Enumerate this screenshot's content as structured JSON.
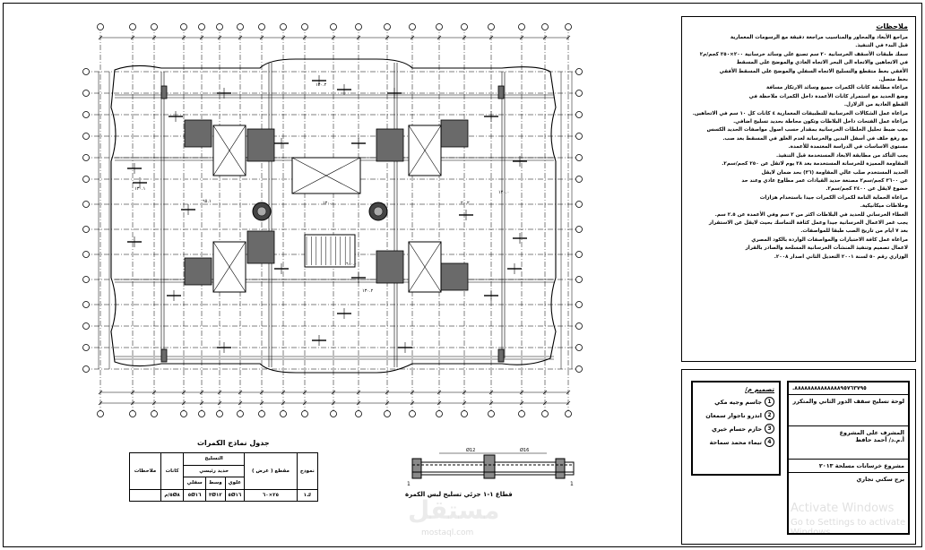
{
  "notes": {
    "title": "ملاحظات",
    "items": [
      "مراجع الأبعاد والمحاور والمناسيب مراجعة دقيقة مع الرسومات المعمارية",
      "قبل البدء في التنفيذ.",
      "سمك طبقات الأسقف الخرسانية ٢٠ سم تصنع على وسائد خرسانية ٢٠٠×٢٥٠ كجم/م٢",
      "في الاتجاهين والاتجاه الى البحر الاتجاه العادي والموضح على المسقط",
      "الأفقي بخط متقطع والتسليح الاتجاه السفلي والموضح على المسقط الأفقي",
      "بخط متصل.",
      "مراعاة مطابقة كانات الكمرات جميع وسائد الارتكاز مسافة",
      "وضع الحديد مع استمرار كانات الأعمدة داخل الكمرات ملاحظة في",
      "القطع العادية من الزلازل.",
      "مراعاة عمل الشكالات الخرسانية للتطبيقات المعمارية ٤ كانات كل ١٠ سم في الاتجاهين.",
      "مراعاة عمل الفتحات داخل البلاطات وتكون محاطة بحديد تسليح اضافي.",
      "يجب ضبط تحليل الخلطات الخرسانية بمقدار حسب اصول مواصفات الحديد الكسس",
      "مع رفع خلف في أسفل البدين والخرسانة لعدم الغلق في المسقط بعد صب.",
      "مستوى الاساسات في الدراسة المعتمدة للأعمدة.",
      "يجب التأكد من مطابقة الابعاد المستخدمة قبل التنفيذ.",
      "المقاومة المميزة للخرسانة المستخدمة بعد ٢٨ يوم لاتقل عن ٢٥٠ كجم/سم٢.",
      "الحديد المستخدم صلب عالي المقاومة (٣٦) بحد ضمان لايقل",
      "عن ٣٦٠٠ كجم/سم٢ مصنعة حديد القيادات عمر مطاوع عادي وعند حد",
      "خضوع لايقل عن ٢٤٠٠ كجم/سم٢.",
      "مراعاة الحماية التامة لكمرات الكمرات جيدا باستخدام هزازات",
      "وخلاطات ميكانيكية.",
      "الغطاء الخرساني للحديد في البلاطات اكثر من ٢ سم وفي الأعمدة عن ٢.٥ سم.",
      "يجب غمر الاعمال الخرسانية جيدا وعمل كثافة التماسك بحيث لايقل عن الاستقرار",
      "بعد ٧ ايام من تاريخ الصب طبقا للمواصفات.",
      "مراعاة عمل كافة الاختبارات والمواصفات الواردة بالكود المصري",
      "لاعمال تصميم وتنفيذ المنشآت الخرسانية المسلحة والصادر بالقرار",
      "الوزاري رقم ٥٠ لسنة ٢٠٠١ التعديل الثاني اصدار ٢٠٠٨."
    ]
  },
  "titleblock": {
    "phone": ".٨٨٨٨٨٨٨٨٨٨٨٨٨٨٩٥٧٦٣٧٩٥",
    "sheet_title": "لوحة تسليح سقف الدور الثاني والمتكرر",
    "supervisor_label": "المشرف على المشروع",
    "supervisor_name": "أ.م.د/ أحمد حافظ",
    "project": "مشروع خرسانات مسلحة ٢٠١٣",
    "place": "برج سكني تجاري"
  },
  "designers": {
    "heading": "تصميم م/",
    "names": [
      {
        "num": "1",
        "name": "جاسم وجيه مكي"
      },
      {
        "num": "2",
        "name": "اندرو ناجوار سمعان"
      },
      {
        "num": "3",
        "name": "حازم حسام خيري"
      },
      {
        "num": "4",
        "name": "تيماء محمد سماحة"
      }
    ]
  },
  "columns_table": {
    "title": "جدول نماذج الكمرات",
    "col_type": "نموذج",
    "reinforcement": "التسليح",
    "remarks": "ملاحظات",
    "dims": "مقطع ( عرض )",
    "main": "حديد رئيسي",
    "stirrups": "كانات",
    "top": "علوي",
    "bottom": "سفلي",
    "mid": "وسط",
    "row": [
      "ك١",
      "٢٥×٦٠",
      "٥Ø١٦",
      "٣Ø١٢",
      "٥Ø١٦",
      "٥Ø٨/م"
    ]
  },
  "section": {
    "title": "قطاع ١-١ جزئي تسليح لبس الكمرة"
  },
  "watermark": {
    "text": "مستقل",
    "url": "mostaql.com"
  },
  "activation": {
    "line1": "Activate Windows",
    "line2": "Go to Settings to activate Windows."
  },
  "plan_labels": {
    "tags": [
      "١٢٠.٠",
      "٦٠٠.٠",
      "١٣٠.٢",
      "١٣٠.١",
      "١٢٠.٠",
      "٦٥.١",
      "٢٠.٢",
      "١٣٠.٢"
    ]
  }
}
